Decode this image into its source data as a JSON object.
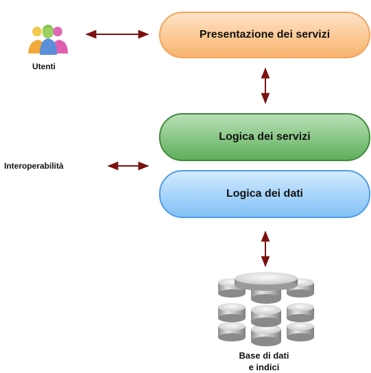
{
  "diagram": {
    "layers": {
      "presentation": "Presentazione dei servizi",
      "service_logic": "Logica dei servizi",
      "data_logic": "Logica dei dati"
    },
    "users_label": "Utenti",
    "interoperability_label": "Interoperabilità",
    "database_label_line1": "Base di dati",
    "database_label_line2": "e indici",
    "colors": {
      "arrow": "#7a1010",
      "presentation_fill": "#fbc993",
      "service_logic_fill": "#8cc889",
      "data_logic_fill": "#a9d5fb",
      "database_fill": "#c9c9c9"
    },
    "icons": [
      "users-icon",
      "database-icon"
    ]
  }
}
